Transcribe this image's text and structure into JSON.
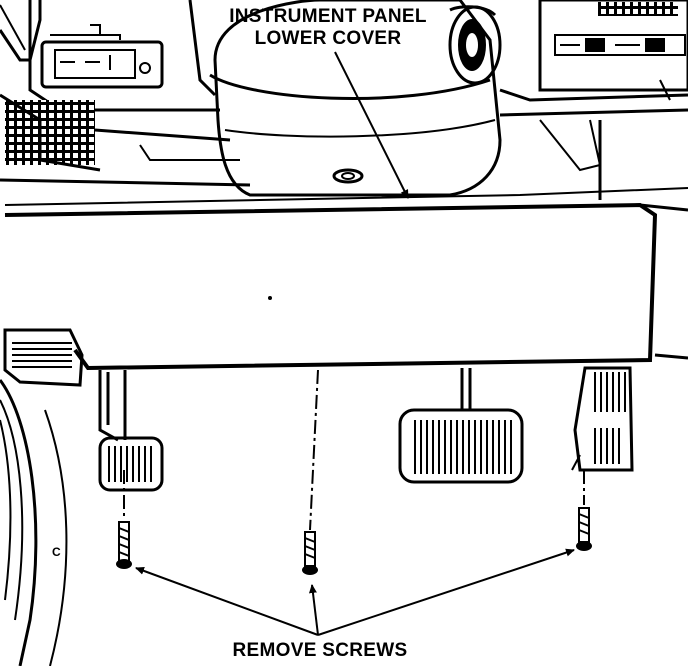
{
  "labels": {
    "panel_line1": "INSTRUMENT PANEL",
    "panel_line2": "LOWER COVER",
    "screws": "REMOVE SCREWS",
    "hub_letter": "C"
  },
  "colors": {
    "ink": "#000000",
    "paper": "#ffffff"
  }
}
